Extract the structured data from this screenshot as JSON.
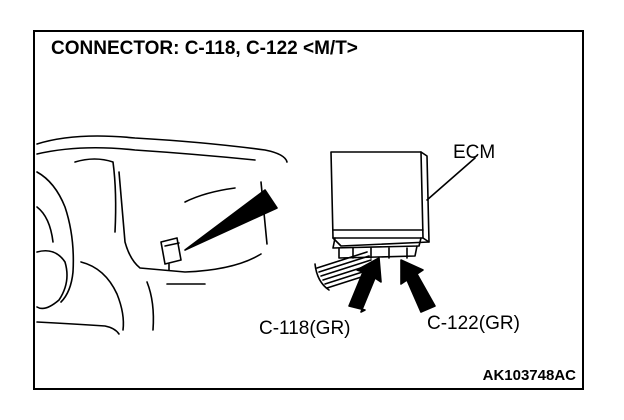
{
  "title": "CONNECTOR: C-118, C-122 <M/T>",
  "labels": {
    "ecm": "ECM",
    "c118": "C-118(GR)",
    "c122": "C-122(GR)"
  },
  "figure_code": "AK103748AC",
  "colors": {
    "line": "#000000",
    "background": "#ffffff"
  }
}
